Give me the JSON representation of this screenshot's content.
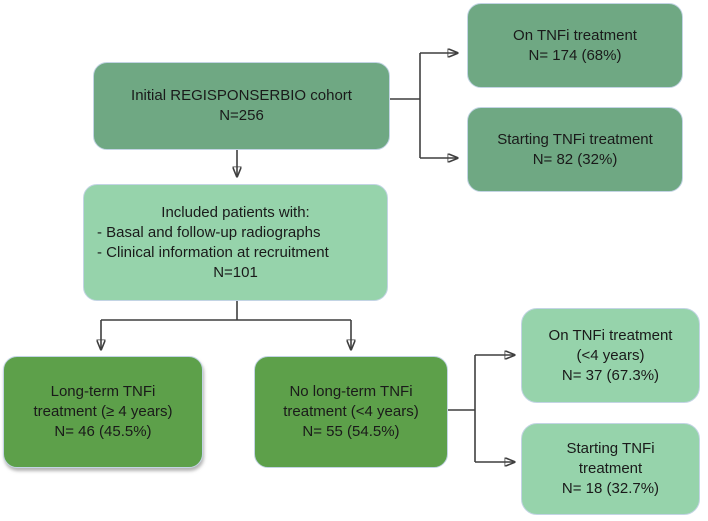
{
  "figure": {
    "type": "flowchart",
    "background": "#ffffff",
    "colors": {
      "medium_green": "#6FA883",
      "light_green": "#96D3AB",
      "dark_green": "#5DA04A",
      "box_border": "#c3d4e4",
      "connector_line": "#3f3f3f",
      "text": "#1a1a1a"
    },
    "boxes": {
      "initial": {
        "lines": [
          "Initial REGISPONSERBIO cohort",
          "N=256"
        ]
      },
      "on_tnfi_top": {
        "lines": [
          "On TNFi treatment",
          "N= 174 (68%)"
        ]
      },
      "starting_tnfi_top": {
        "lines": [
          "Starting TNFi treatment",
          "N= 82 (32%)"
        ]
      },
      "included": {
        "title": "Included patients with:",
        "bullets": [
          "- Basal and follow-up radiographs",
          "- Clinical information at recruitment"
        ],
        "n": "N=101"
      },
      "long_term": {
        "lines": [
          "Long-term TNFi",
          "treatment (≥ 4 years)",
          "N= 46 (45.5%)"
        ]
      },
      "no_long_term": {
        "lines": [
          "No long-term TNFi",
          "treatment (<4 years)",
          "N= 55 (54.5%)"
        ]
      },
      "on_tnfi_bottom": {
        "lines": [
          "On TNFi treatment",
          "(<4 years)",
          "N= 37 (67.3%)"
        ]
      },
      "starting_tnfi_bottom": {
        "lines": [
          "Starting TNFi",
          "treatment",
          "N= 18 (32.7%)"
        ]
      }
    }
  }
}
